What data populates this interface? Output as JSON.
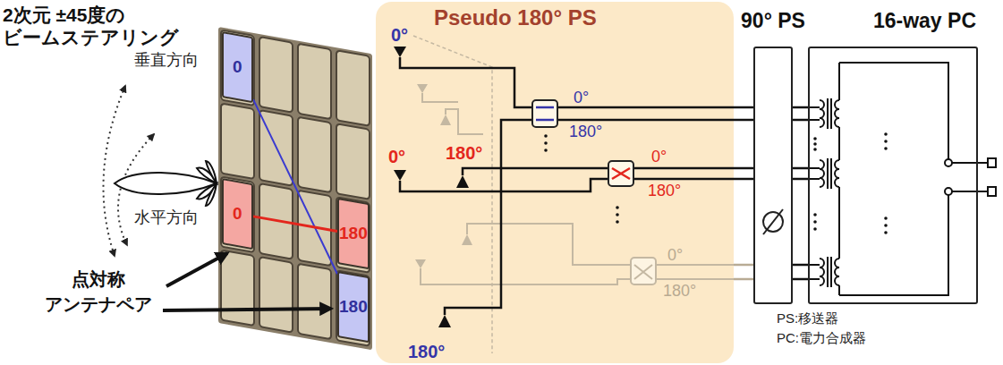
{
  "diagram": {
    "title": "2次元 ±45度の ビームステアリング",
    "nodes": [
      {
        "text": [
          "0"
        ]
      },
      {
        "text": [
          "0"
        ]
      },
      {
        "text": [
          "180"
        ]
      },
      {
        "text": [
          "180"
        ]
      },
      {
        "text": [
          "Pseudo 180° PS"
        ]
      },
      {
        "text": [
          "90° PS"
        ]
      },
      {
        "text": [
          "16-way PC"
        ]
      }
    ],
    "edges": [
      {
        "from": 0,
        "to": 3,
        "arrow": "none"
      },
      {
        "from": 1,
        "to": 2,
        "arrow": "none"
      },
      {
        "from": 4,
        "to": 5,
        "arrow": "none"
      },
      {
        "from": 5,
        "to": 6,
        "arrow": "none"
      }
    ],
    "labels": [
      "垂直方向",
      "水平方向",
      "点対称 アンテナペア",
      "0°",
      "0°",
      "180°",
      "180°",
      "0°",
      "180°",
      "0°",
      "180°",
      "0°",
      "180°",
      "PS:移送器",
      "PC:電力合成器"
    ]
  }
}
